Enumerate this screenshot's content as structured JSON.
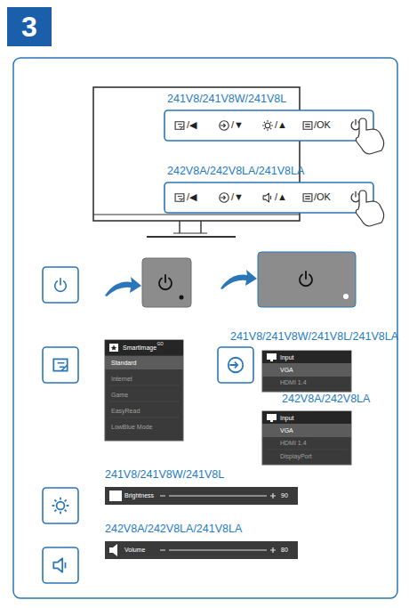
{
  "diagram": {
    "nodes": [
      {
        "text": [
          "241V8/241V8W/241V8L",
          "/◀",
          "/▼",
          "/▲",
          "/OK"
        ]
      },
      {
        "text": [
          "242V8A/242V8LA/241V8LA",
          "/◀",
          "/▼",
          "/▲",
          "/OK"
        ]
      },
      {
        "text": [
          "SmartImage",
          "GO",
          "Standard",
          "Internet",
          "Game",
          "EasyRead",
          "LowBlue Mode"
        ]
      },
      {
        "text": [
          "241V8/241V8W/241V8L/241V8LA",
          "Input",
          "VGA",
          "HDMI 1.4"
        ]
      },
      {
        "text": [
          "242V8A/242V8LA",
          "Input",
          "VGA",
          "HDMI 1.4",
          "DisplayPort"
        ]
      },
      {
        "text": [
          "241V8/241V8W/241V8L",
          "Brightness",
          "90"
        ]
      },
      {
        "text": [
          "242V8A/242V8LA/241V8LA",
          "Volume",
          "80"
        ]
      }
    ],
    "labels": [
      "3"
    ]
  }
}
